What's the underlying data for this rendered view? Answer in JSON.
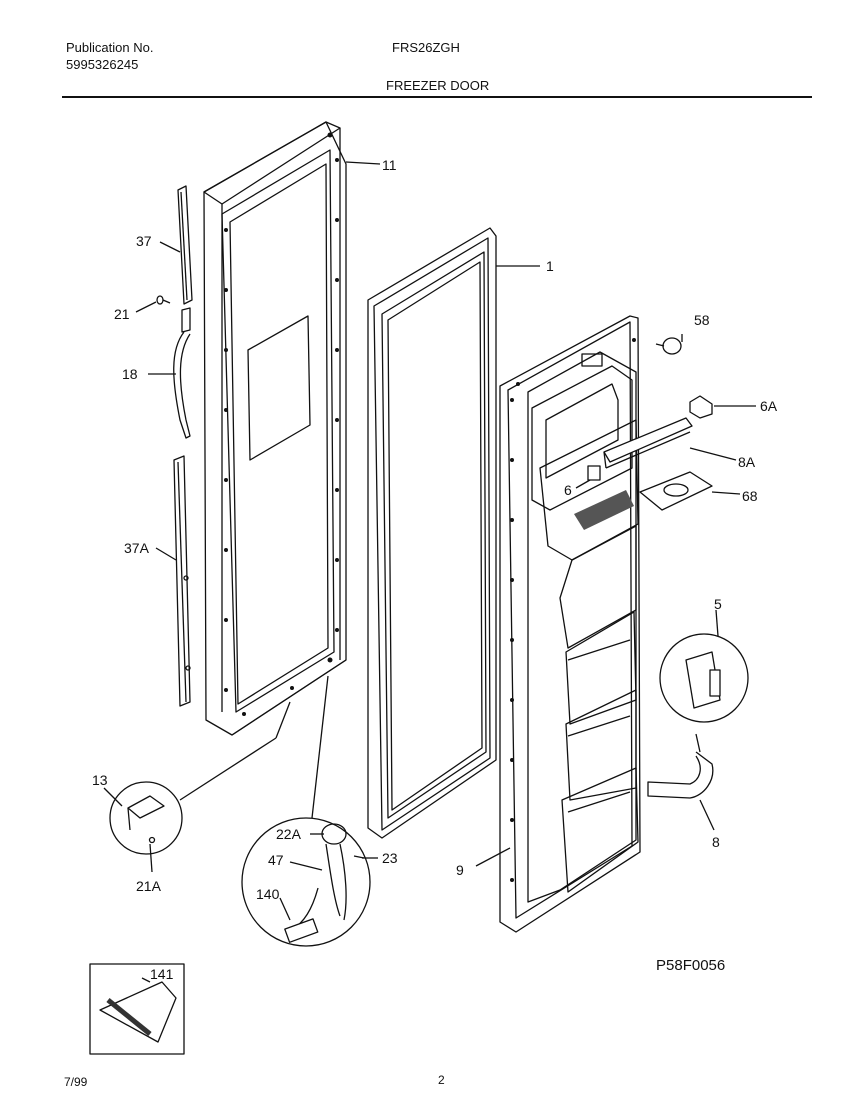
{
  "header": {
    "publication_label": "Publication No.",
    "publication_number": "5995326245",
    "model": "FRS26ZGH",
    "section_title": "FREEZER DOOR"
  },
  "callouts": {
    "c11": "11",
    "c1": "1",
    "c37": "37",
    "c21": "21",
    "c18": "18",
    "c37a": "37A",
    "c58": "58",
    "c6a": "6A",
    "c8a": "8A",
    "c6": "6",
    "c68": "68",
    "c5": "5",
    "c13": "13",
    "c21a": "21A",
    "c22a": "22A",
    "c47": "47",
    "c23": "23",
    "c140": "140",
    "c9": "9",
    "c8": "8",
    "c141": "141"
  },
  "figure_code": "P58F0056",
  "footer": {
    "date": "7/99",
    "page": "2"
  }
}
